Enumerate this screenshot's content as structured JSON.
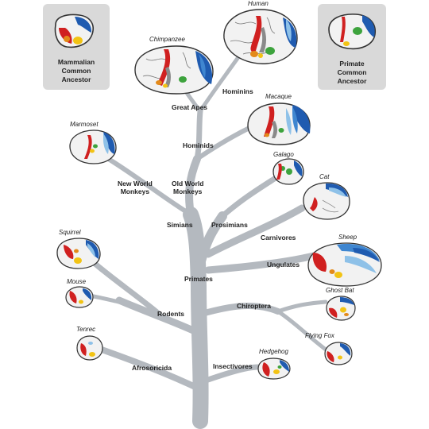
{
  "ancestors": {
    "mammalian": {
      "line1": "Mammalian",
      "line2": "Common",
      "line3": "Ancestor"
    },
    "primate": {
      "line1": "Primate",
      "line2": "Common",
      "line3": "Ancestor"
    }
  },
  "clades": {
    "great_apes": "Great Apes",
    "hominins": "Hominins",
    "hominids": "Hominids",
    "new_world_1": "New World",
    "new_world_2": "Monkeys",
    "old_world_1": "Old World",
    "old_world_2": "Monkeys",
    "simians": "Simians",
    "prosimians": "Prosimians",
    "carnivores": "Carnivores",
    "ungulates": "Ungulates",
    "primates": "Primates",
    "rodents": "Rodents",
    "chiroptera": "Chiroptera",
    "afrosoricida": "Afrosoricida",
    "insectivores": "Insectivores"
  },
  "species": {
    "human": "Human",
    "chimpanzee": "Chimpanzee",
    "macaque": "Macaque",
    "marmoset": "Marmoset",
    "galago": "Galago",
    "cat": "Cat",
    "squirrel": "Squirrel",
    "sheep": "Sheep",
    "mouse": "Mouse",
    "ghost_bat": "Ghost Bat",
    "tenrec": "Tenrec",
    "flying_fox": "Flying Fox",
    "hedgehog": "Hedgehog"
  },
  "colors": {
    "branch": "#b4b9bf",
    "brain_fill": "#f2f2f2",
    "brain_outline": "#333333",
    "visual_dark": "#1f5bb0",
    "visual_mid": "#3f86d0",
    "visual_light": "#8ec1e8",
    "somatosensory": "#d02020",
    "auditory": "#f2c314",
    "orange": "#e38a1a",
    "green": "#3da33d",
    "ancestor_box": "#d9d9d9"
  }
}
